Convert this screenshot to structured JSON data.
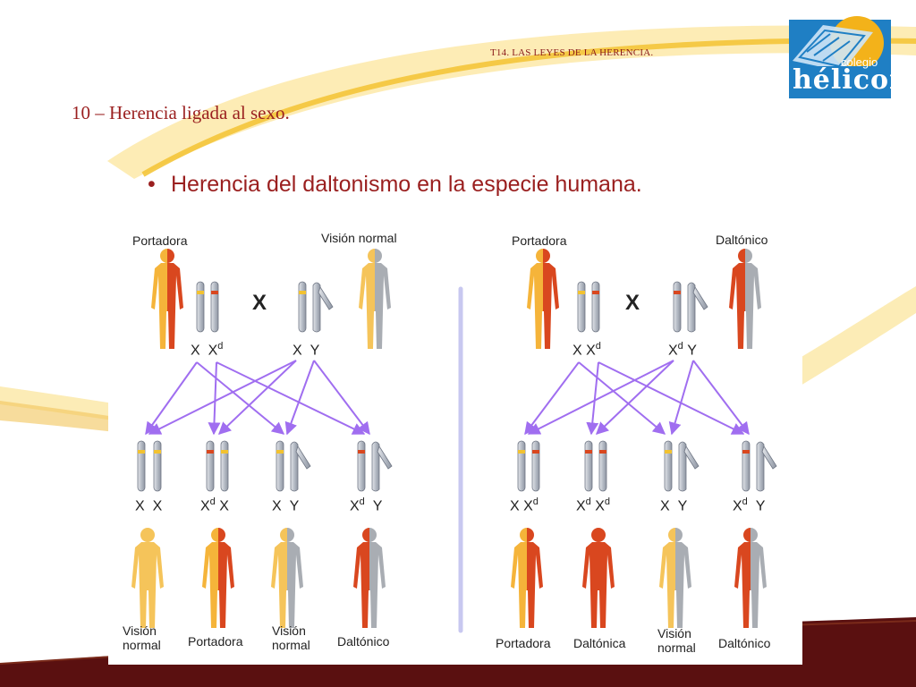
{
  "header": {
    "course_title": "T14. LAS LEYES DE LA HERENCIA."
  },
  "slide": {
    "title": "10 – Herencia ligada al sexo.",
    "bullet": "Herencia del daltonismo en la especie humana."
  },
  "logo": {
    "line1": "colegio",
    "line2": "hélicon"
  },
  "colors": {
    "brand_red": "#9a1f1f",
    "arrow": "#a06ef0",
    "normal": "#f5c45a",
    "affected": "#d9471f",
    "male_grey": "#a9adb3",
    "divider": "#c8c8f0"
  },
  "diagram": {
    "cross_symbol": "X",
    "left": {
      "mother_label": "Portadora",
      "father_label": "Visión normal",
      "mother_genotype": {
        "a": "X",
        "b": "X",
        "b_sup": "d"
      },
      "father_genotype": {
        "a": "X",
        "a_sup": "",
        "b": "Y"
      },
      "children": [
        {
          "g1": "X",
          "g1_sup": "",
          "g2": "X",
          "g2_sup": "",
          "label_1": "Visión",
          "label_2": "normal"
        },
        {
          "g1": "X",
          "g1_sup": "d",
          "g2": "X",
          "g2_sup": "",
          "label_1": "Portadora",
          "label_2": ""
        },
        {
          "g1": "X",
          "g1_sup": "",
          "g2": "Y",
          "g2_sup": "",
          "label_1": "Visión",
          "label_2": "normal"
        },
        {
          "g1": "X",
          "g1_sup": "d",
          "g2": "Y",
          "g2_sup": "",
          "label_1": "Daltónico",
          "label_2": ""
        }
      ]
    },
    "right": {
      "mother_label": "Portadora",
      "father_label": "Daltónico",
      "mother_genotype": {
        "a": "X",
        "b": "X",
        "b_sup": "d"
      },
      "father_genotype": {
        "a": "X",
        "a_sup": "d",
        "b": "Y"
      },
      "children": [
        {
          "g1": "X",
          "g1_sup": "",
          "g2": "X",
          "g2_sup": "d",
          "label_1": "Portadora",
          "label_2": ""
        },
        {
          "g1": "X",
          "g1_sup": "d",
          "g2": "X",
          "g2_sup": "d",
          "label_1": "Daltónica",
          "label_2": ""
        },
        {
          "g1": "X",
          "g1_sup": "",
          "g2": "Y",
          "g2_sup": "",
          "label_1": "Visión",
          "label_2": "normal"
        },
        {
          "g1": "X",
          "g1_sup": "d",
          "g2": "Y",
          "g2_sup": "",
          "label_1": "Daltónico",
          "label_2": ""
        }
      ]
    }
  }
}
